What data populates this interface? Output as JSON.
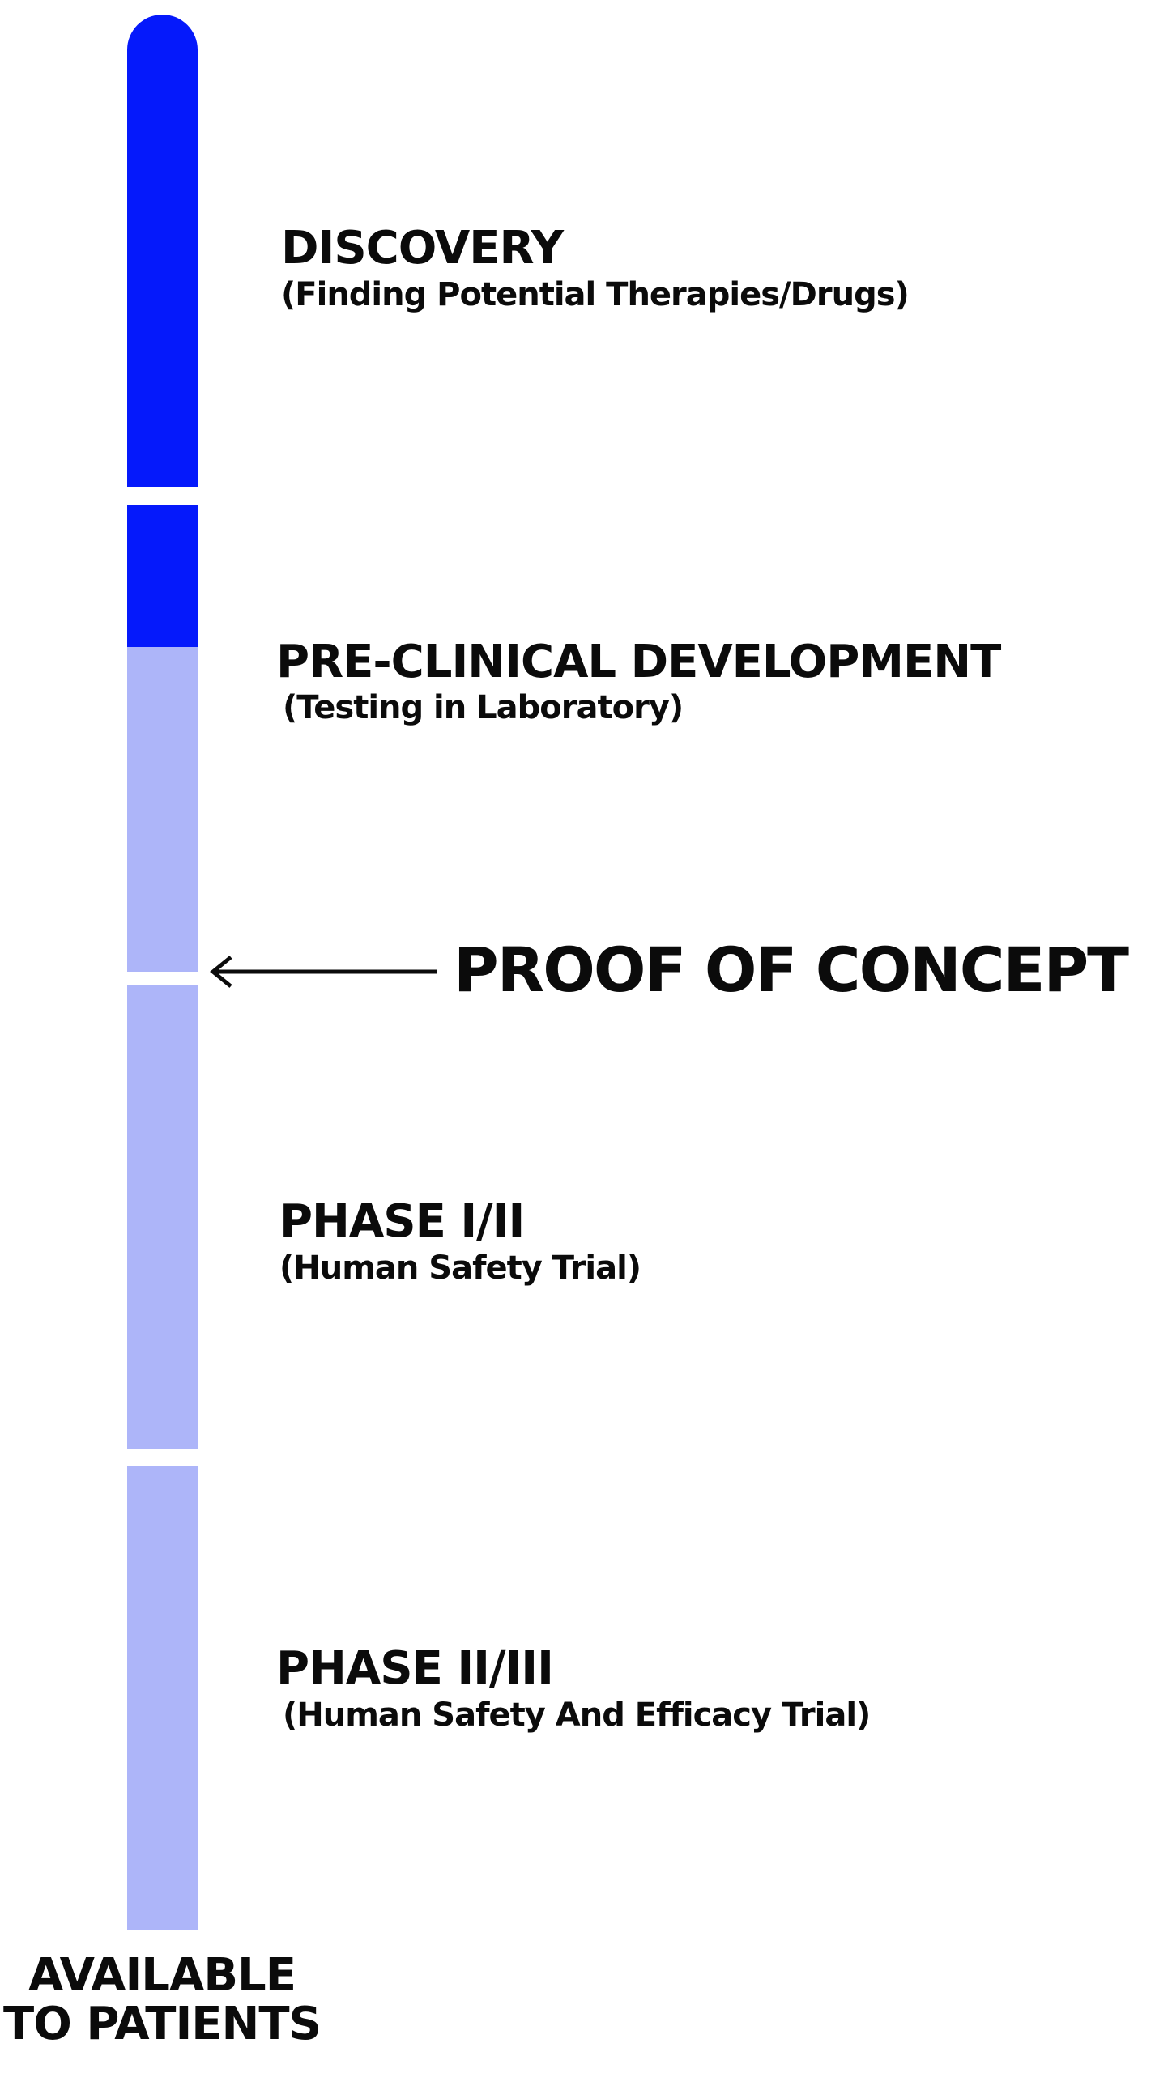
{
  "colors": {
    "completed": "#0519fb",
    "remaining": "#adb5f9",
    "text": "#0b0b0b",
    "background": "#ffffff"
  },
  "progress": {
    "completed_fraction": 0.33
  },
  "stages": [
    {
      "title": "DISCOVERY",
      "subtitle": "(Finding Potential Therapies/Drugs)"
    },
    {
      "title": "PRE-CLINICAL DEVELOPMENT",
      "subtitle": "(Testing in Laboratory)"
    },
    {
      "title": "PHASE I/II",
      "subtitle": "(Human Safety Trial)"
    },
    {
      "title": "PHASE II/III",
      "subtitle": "(Human Safety And Efficacy Trial)"
    }
  ],
  "milestone": {
    "label": "PROOF OF CONCEPT",
    "icon": "left-arrow-icon"
  },
  "endpoint": {
    "line1": "AVAILABLE",
    "line2": "TO PATIENTS"
  }
}
